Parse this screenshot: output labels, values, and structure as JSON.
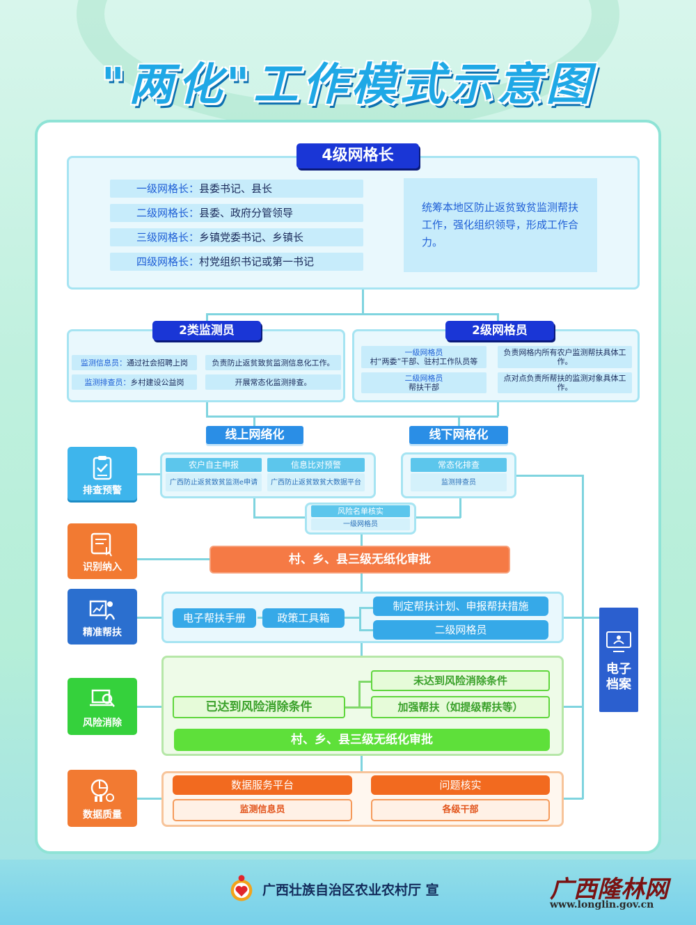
{
  "title": "\"两化\"工作模式示意图",
  "grid_leader": {
    "header": "4级网格长",
    "levels": [
      {
        "key": "一级网格长：",
        "val": "县委书记、县长"
      },
      {
        "key": "二级网格长：",
        "val": "县委、政府分管领导"
      },
      {
        "key": "三级网格长：",
        "val": "乡镇党委书记、乡镇长"
      },
      {
        "key": "四级网格长：",
        "val": "村党组织书记或第一书记"
      }
    ],
    "duty": "统筹本地区防止返贫致贫监测帮扶工作，强化组织领导，形成工作合力。"
  },
  "monitors": {
    "header": "2类监测员",
    "rows": [
      {
        "key": "监测信息员：",
        "val": "通过社会招聘上岗",
        "duty": "负责防止返贫致贫监测信息化工作。"
      },
      {
        "key": "监测排查员：",
        "val": "乡村建设公益岗",
        "duty": "开展常态化监测排查。"
      }
    ]
  },
  "grid_members": {
    "header": "2级网格员",
    "rows": [
      {
        "key": "一级网格员",
        "val": "村“两委”干部、驻村工作队员等",
        "duty": "负责网格内所有农户监测帮扶具体工作。"
      },
      {
        "key": "二级网格员",
        "val": "帮扶干部",
        "duty": "点对点负责所帮扶的监测对象具体工作。"
      }
    ]
  },
  "online": {
    "tag": "线上网络化",
    "items": [
      {
        "top": "农户自主申报",
        "bottom": "广西防止返贫致贫监测e申请"
      },
      {
        "top": "信息比对预警",
        "bottom": "广西防止返贫致贫大数据平台"
      }
    ]
  },
  "offline": {
    "tag": "线下网格化",
    "top": "常态化排查",
    "bottom": "监测排查员"
  },
  "risk_list": {
    "top": "风险名单核实",
    "bottom": "一级网格员"
  },
  "stages": [
    {
      "label": "排查预警",
      "icon": "clipboard-check-icon"
    },
    {
      "label": "识别纳入",
      "icon": "document-touch-icon"
    },
    {
      "label": "精准帮扶",
      "icon": "teacher-chart-icon"
    },
    {
      "label": "风险消除",
      "icon": "laptop-search-icon"
    },
    {
      "label": "数据质量",
      "icon": "data-analytics-icon"
    }
  ],
  "approval_label": "村、乡、县三级无纸化审批",
  "assist": {
    "manual": "电子帮扶手册",
    "toolbox": "政策工具箱",
    "plan": "制定帮扶计划、申报帮扶措施",
    "member": "二级网格员"
  },
  "risk": {
    "met": "已达到风险消除条件",
    "unmet": "未达到风险消除条件",
    "strengthen": "加强帮扶（如提级帮扶等）",
    "approval": "村、乡、县三级无纸化审批"
  },
  "data_quality": {
    "platform": "数据服务平台",
    "verify": "问题核实",
    "info_member": "监测信息员",
    "cadres": "各级干部"
  },
  "archive": {
    "line1": "电子",
    "line2": "档案"
  },
  "footer": {
    "org": "广西壮族自治区农业农村厅 宣",
    "brand": "广西隆林网",
    "url": "www.longlin.gov.cn"
  },
  "colors": {
    "navy": "#1a36d6",
    "sky": "#2a8ee6",
    "orange": "#f57a45",
    "green": "#5ee03a"
  }
}
